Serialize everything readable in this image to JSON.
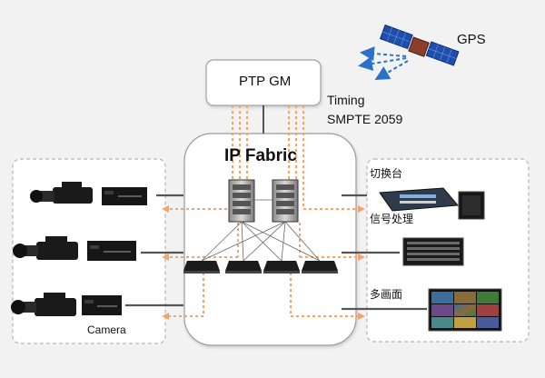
{
  "ptp_gm": {
    "label": "PTP GM"
  },
  "gps": {
    "label": "GPS"
  },
  "timing": {
    "line1": "Timing",
    "line2": "SMPTE 2059"
  },
  "fabric": {
    "title": "IP Fabric"
  },
  "cameras": {
    "label": "Camera",
    "count": 3
  },
  "devices": {
    "switcher": "切换台",
    "signal_processing": "信号处理",
    "multiviewer": "多画面"
  },
  "colors": {
    "background": "#f2f2f2",
    "panel": "#ffffff",
    "dashed_border": "#b5b5b5",
    "ptp_dotted": "#f4a46a",
    "line": "#555555",
    "device_dark": "#1c1c1c",
    "solar_panel": "#1f4fae",
    "gps_arrow": "#2a72c8"
  },
  "icons": [
    "satellite-icon",
    "camera-icon",
    "server-icon",
    "switch-icon",
    "switcher-panel-icon",
    "monitor-icon",
    "signal-processor-icon",
    "multiviewer-screen-icon"
  ]
}
